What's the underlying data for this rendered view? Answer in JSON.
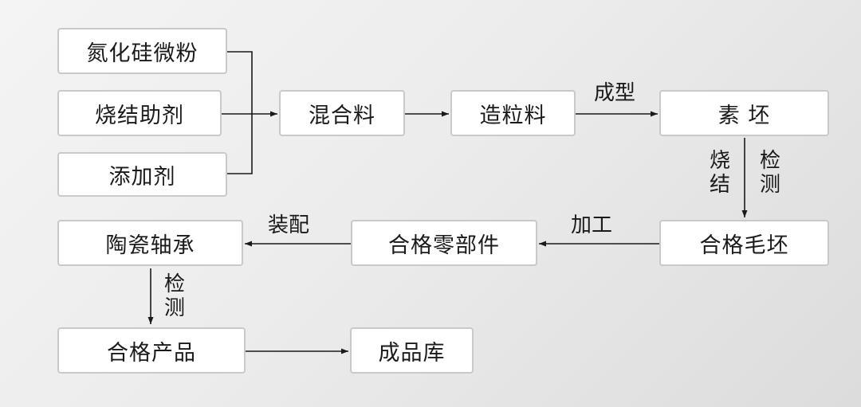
{
  "nodes": {
    "silicon_nitride": "氮化硅微粉",
    "sintering_aid": "烧结助剂",
    "additive": "添加剂",
    "mixture": "混合料",
    "granules": "造粒料",
    "green_body": "素  坯",
    "qualified_blank": "合格毛坯",
    "qualified_parts": "合格零部件",
    "ceramic_bearing": "陶瓷轴承",
    "qualified_product": "合格产品",
    "warehouse": "成品库"
  },
  "edges": {
    "forming": "成型",
    "sinter_char1": "烧",
    "sinter_char2": "结",
    "inspect_char1": "检",
    "inspect_char2": "测",
    "machining": "加工",
    "assembly": "装配",
    "inspect2_char1": "检",
    "inspect2_char2": "测"
  }
}
